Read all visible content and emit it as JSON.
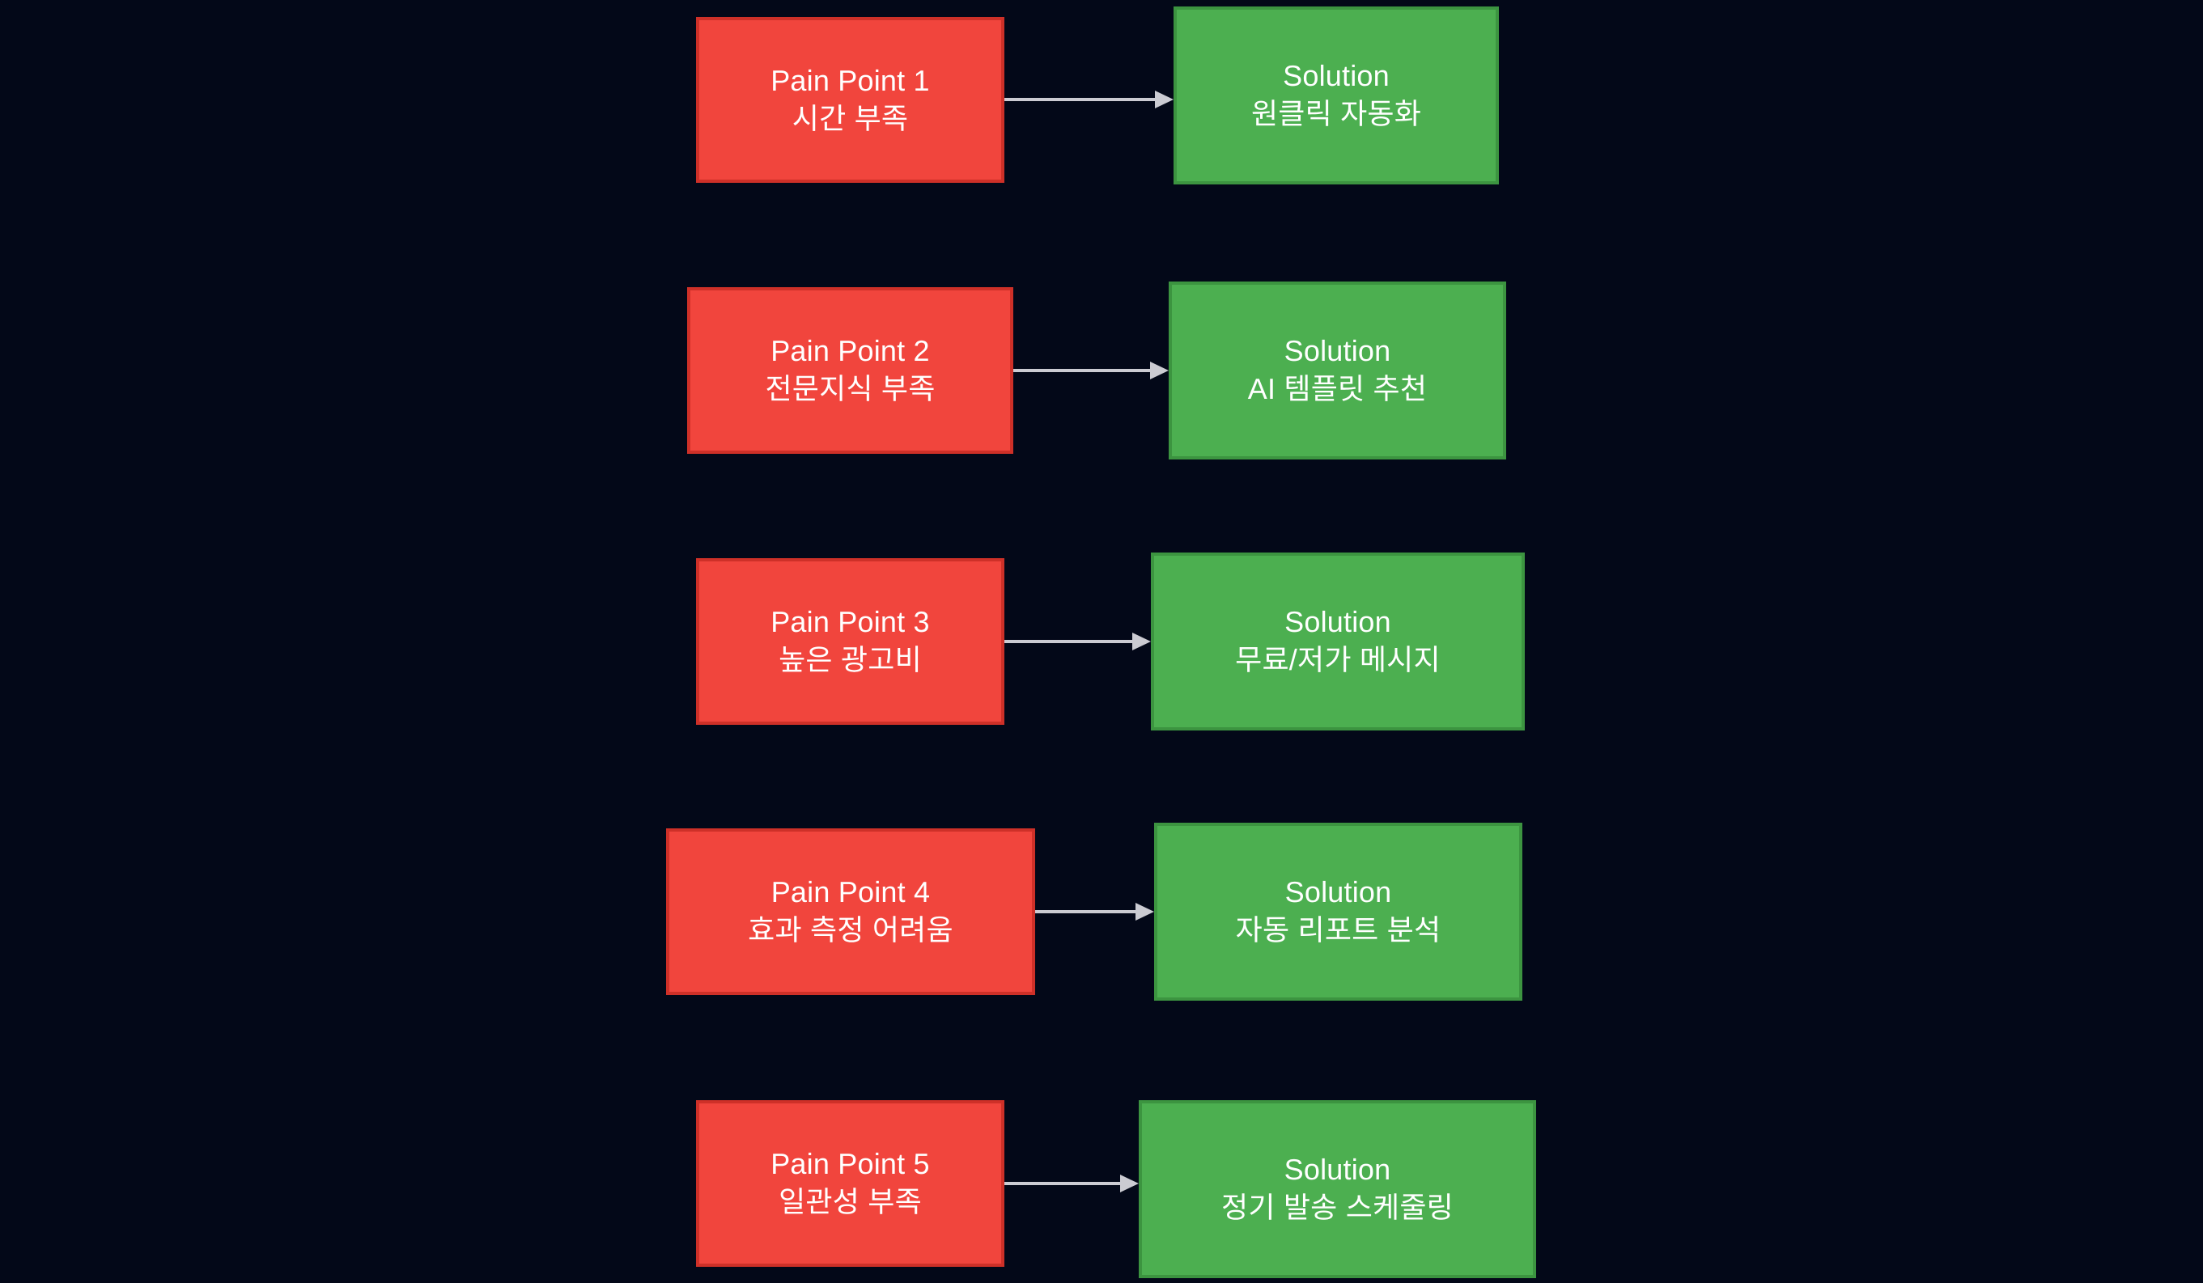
{
  "diagram": {
    "type": "flowchart",
    "background_color": "#030818",
    "pain_color": "#F1453D",
    "pain_border_color": "#CE3028",
    "solution_color": "#4CAF50",
    "solution_border_color": "#3C9440",
    "arrow_color": "#CBCBD2",
    "text_color": "#FFFFFF",
    "rows": [
      {
        "pain": {
          "line1": "Pain Point 1",
          "line2": "시간 부족"
        },
        "solution": {
          "line1": "Solution",
          "line2": "원클릭 자동화"
        }
      },
      {
        "pain": {
          "line1": "Pain Point 2",
          "line2": "전문지식 부족"
        },
        "solution": {
          "line1": "Solution",
          "line2": "AI 템플릿 추천"
        }
      },
      {
        "pain": {
          "line1": "Pain Point 3",
          "line2": "높은 광고비"
        },
        "solution": {
          "line1": "Solution",
          "line2": "무료/저가 메시지"
        }
      },
      {
        "pain": {
          "line1": "Pain Point 4",
          "line2": "효과 측정 어려움"
        },
        "solution": {
          "line1": "Solution",
          "line2": "자동 리포트 분석"
        }
      },
      {
        "pain": {
          "line1": "Pain Point 5",
          "line2": "일관성 부족"
        },
        "solution": {
          "line1": "Solution",
          "line2": "정기 발송 스케줄링"
        }
      }
    ]
  }
}
